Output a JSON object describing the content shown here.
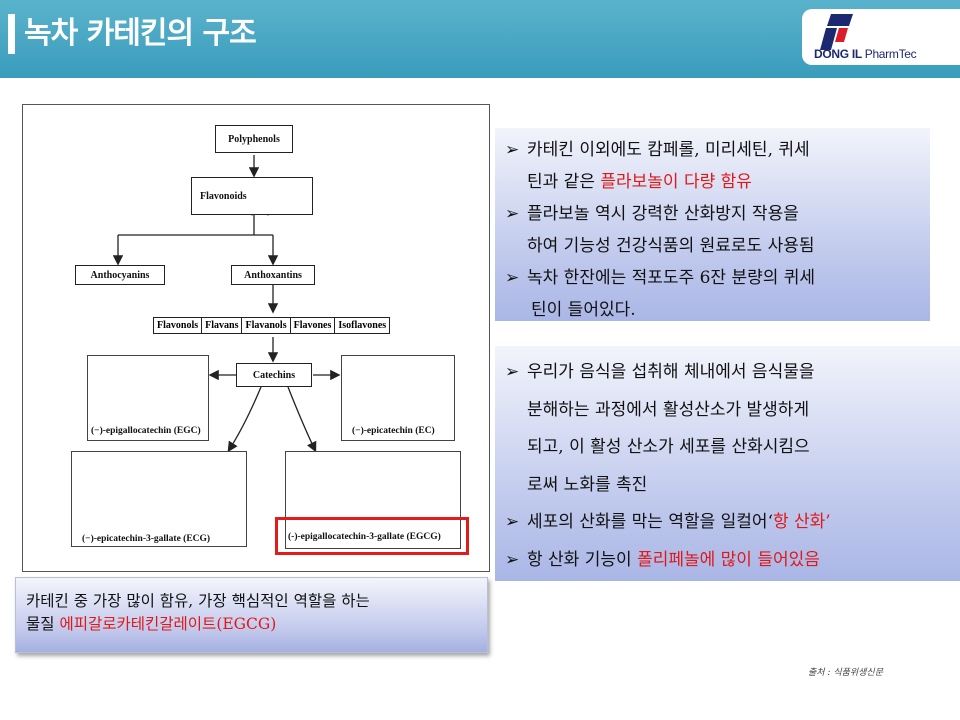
{
  "header": {
    "title": "녹차 카테킨의 구조"
  },
  "logo": {
    "text_bold": "DONG IL",
    "text_light": "PharmTec"
  },
  "diagram": {
    "polyphenols": "Polyphenols",
    "flavonoids": "Flavonoids",
    "anthocyanins": "Anthocyanins",
    "anthoxantins": "Anthoxantins",
    "subclasses": [
      "Flavonols",
      "Flavans",
      "Flavanols",
      "Flavones",
      "Isoflavones"
    ],
    "catechins": "Catechins",
    "egc": "(−)-epigallocatechin (EGC)",
    "ec": "(−)-epicatechin (EC)",
    "ecg": "(−)-epicatechin-3-gallate (ECG)",
    "egcg": "(-)-epigallocatechin-3-gallate (EGCG)",
    "highlight_color": "#e21b1b"
  },
  "box1": {
    "lines": [
      {
        "pre": "카테킨 이외에도 캄페롤, 미리세틴, 퀴세",
        "red": "",
        "post": ""
      },
      {
        "pre": "틴과 같은 ",
        "red": "플라보놀이 다량 함유",
        "post": ""
      },
      {
        "pre": "플라보놀 역시 강력한 산화방지 작용을",
        "red": "",
        "post": ""
      },
      {
        "pre": "하여 기능성 건강식품의 원료로도 사용됨",
        "red": "",
        "post": ""
      },
      {
        "pre": "녹차 한잔에는 적포도주 6잔 분량의 퀴세",
        "red": "",
        "post": ""
      },
      {
        "pre": "틴이 들어있다.",
        "red": "",
        "post": ""
      }
    ]
  },
  "box2": {
    "lines": [
      {
        "pre": "우리가 음식을 섭취해 체내에서 음식물을",
        "red": "",
        "post": ""
      },
      {
        "pre": "분해하는 과정에서 활성산소가 발생하게",
        "red": "",
        "post": ""
      },
      {
        "pre": "되고, 이 활성 산소가 세포를 산화시킴으",
        "red": "",
        "post": ""
      },
      {
        "pre": "로써 노화를 촉진",
        "red": "",
        "post": ""
      },
      {
        "pre": "세포의 산화를 막는 역할을 일컬어‘",
        "red": "항 산화’",
        "post": ""
      },
      {
        "pre": "항 산화 기능이 ",
        "red": "폴리페놀에 많이 들어있음",
        "post": ""
      }
    ]
  },
  "box3": {
    "line1": "카테킨 중 가장 많이 함유, 가장 핵심적인 역할을 하는",
    "line2_pre": "물질 ",
    "line2_red": "에피갈로카테킨갈레이트(EGCG)"
  },
  "source": "출처 : 식품위생신문",
  "colors": {
    "header": "#3a9cbc",
    "accent_red": "#e01818",
    "logo_blue": "#1b2a70",
    "logo_red": "#d81e2a"
  }
}
